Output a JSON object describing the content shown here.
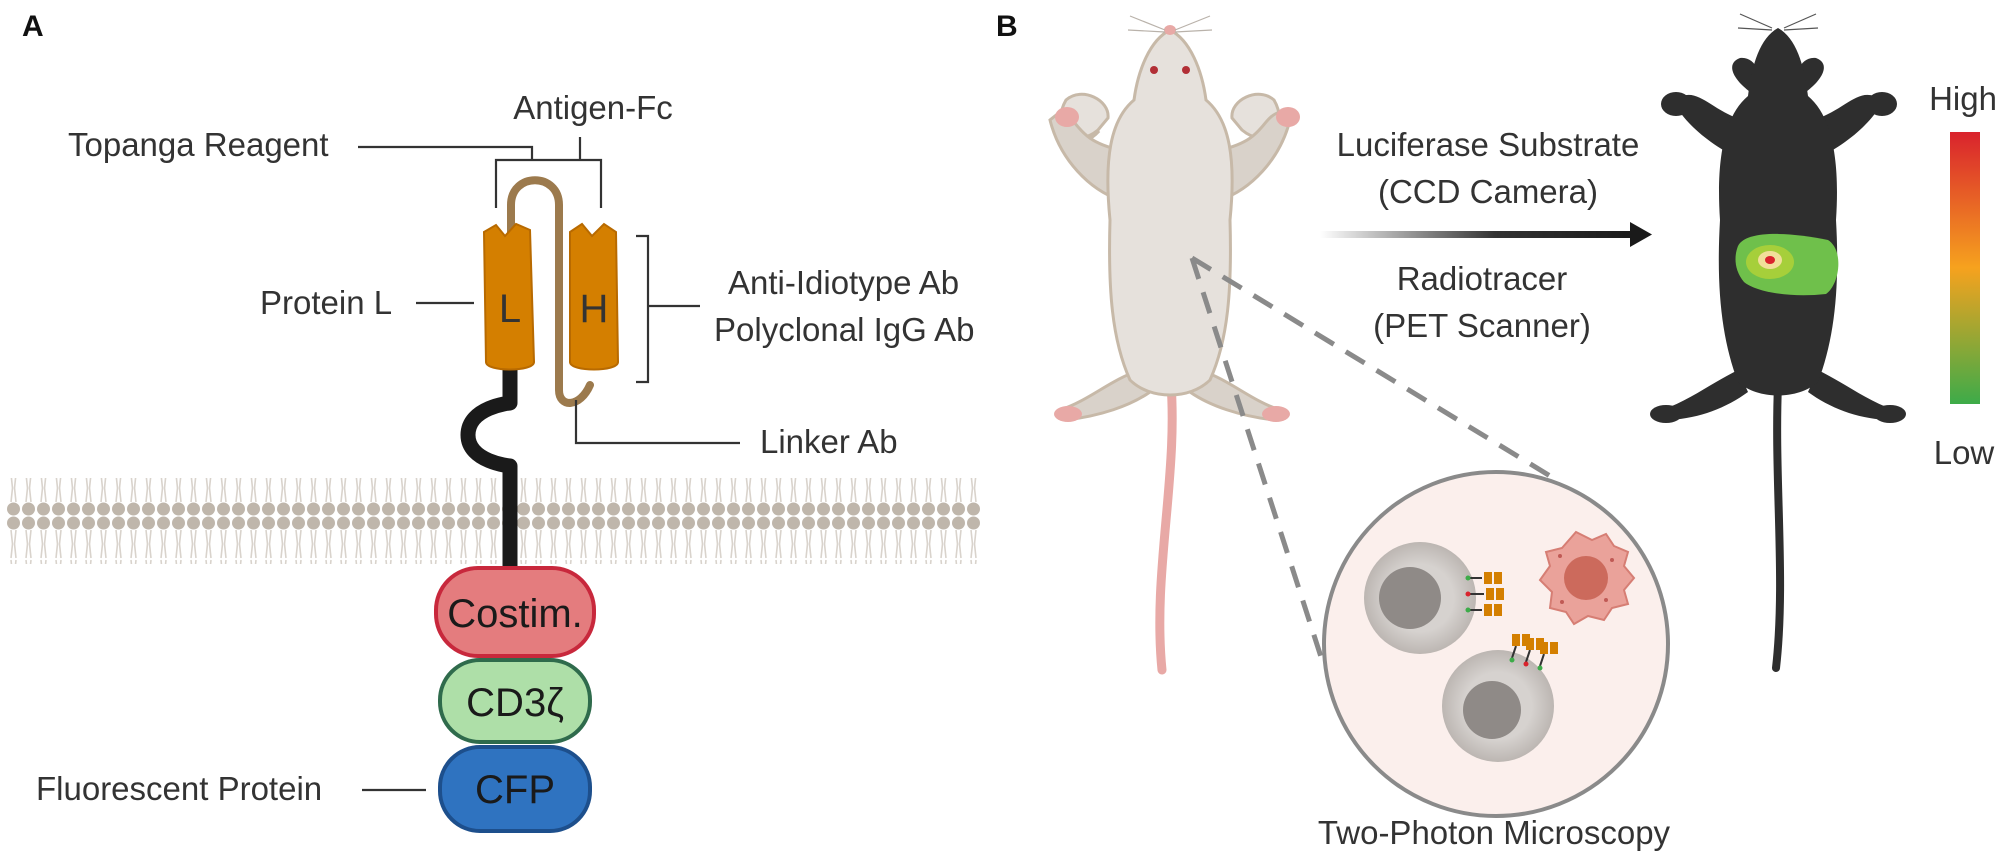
{
  "panels": {
    "a": "A",
    "b": "B"
  },
  "panel_a": {
    "labels": {
      "antigen_fc": "Antigen-Fc",
      "topanga_reagent": "Topanga Reagent",
      "protein_l": "Protein L",
      "anti_idiotype": "Anti-Idiotype Ab",
      "polyclonal": "Polyclonal IgG Ab",
      "linker": "Linker Ab",
      "fluorescent": "Fluorescent Protein"
    },
    "chains": {
      "light": "L",
      "heavy": "H"
    },
    "domains": {
      "costim": "Costim.",
      "cd3z": "CD3ζ",
      "cfp": "CFP"
    },
    "colors": {
      "chain": "#d47f00",
      "linker": "#9c7a4d",
      "stalk": "#1a1a1a",
      "membrane_head": "#bfb6ab",
      "costim_fill": "#e47c7e",
      "costim_stroke": "#c8283c",
      "cd3z_fill": "#aedfa8",
      "cd3z_stroke": "#2f6b4c",
      "cfp_fill": "#2f73c0",
      "cfp_stroke": "#1d4f8c"
    }
  },
  "panel_b": {
    "arrow_top": {
      "line1": "Luciferase Substrate",
      "line2": "(CCD Camera)"
    },
    "arrow_bottom": {
      "line1": "Radiotracer",
      "line2": "(PET Scanner)"
    },
    "scale": {
      "high": "High",
      "low": "Low",
      "colors": [
        "#d9232d",
        "#f6a21e",
        "#3dab49"
      ]
    },
    "microscopy": "Two-Photon Microscopy",
    "colors": {
      "mouse_fill": "#e6e1dc",
      "mouse_stroke": "#c7b9a8",
      "mouse_pink": "#e8a9a6",
      "dark_mouse": "#2e2e2e",
      "circle_fill": "#fbefec",
      "tumor_cell": "#eaa29a"
    }
  }
}
